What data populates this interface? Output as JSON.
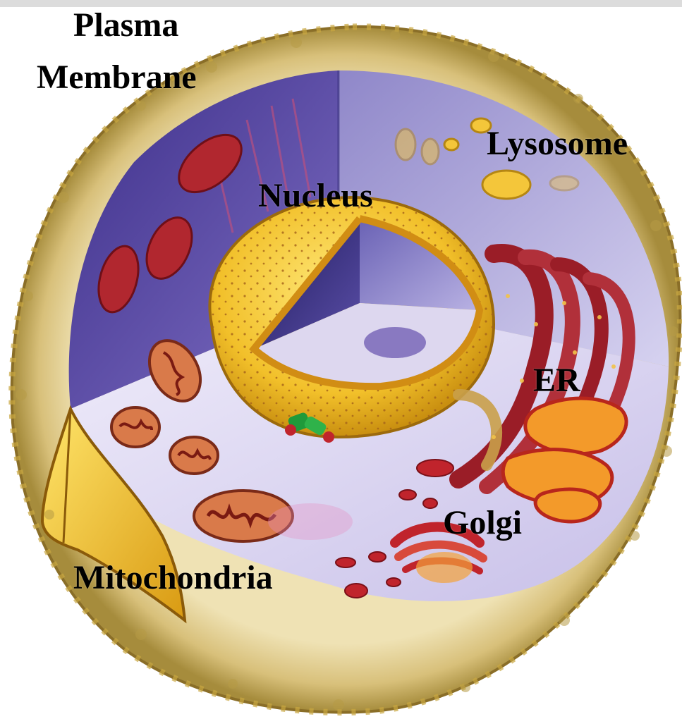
{
  "labels": {
    "plasma_line1": "Plasma",
    "plasma_line2": "Membrane",
    "lysosome": "Lysosome",
    "nucleus": "Nucleus",
    "er": "ER",
    "golgi": "Golgi",
    "mitochondria": "Mitochondria"
  },
  "colors": {
    "membrane": "#d9c68a",
    "cytoplasm_back": "#6a5fb0",
    "cytoplasm_floor": "#dcd6f0",
    "nucleus_envelope": "#f2c02a",
    "organelle_red": "#a8202a",
    "golgi_orange": "#f39a2a"
  }
}
